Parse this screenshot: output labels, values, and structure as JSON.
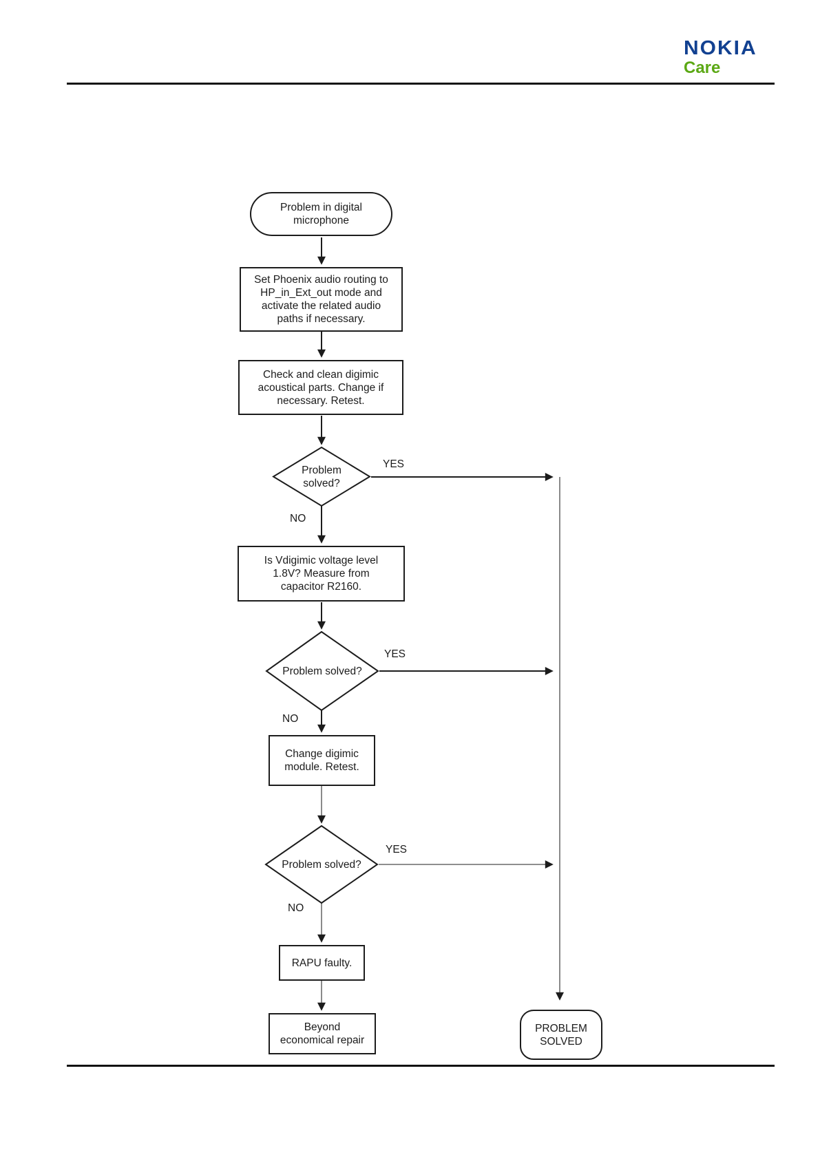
{
  "brand": {
    "name": "NOKIA",
    "care": "Care"
  },
  "colors": {
    "nokia_blue": "#124191",
    "care_green": "#5BA814",
    "line": "#1c1c1c",
    "thin": "#4a4a4a"
  },
  "flow": {
    "start": "Problem in digital\nmicrophone",
    "set_phoenix": "Set Phoenix audio routing to\nHP_in_Ext_out mode and\nactivate the related audio\npaths if necessary.",
    "check_clean": "Check and clean digimic\nacoustical parts. Change if\nnecessary. Retest.",
    "decision1": "Problem\nsolved?",
    "vdigimic": "Is Vdigimic voltage level\n1.8V? Measure from\ncapacitor R2160.",
    "decision2": "Problem solved?",
    "change_module": "Change digimic\nmodule. Retest.",
    "decision3": "Problem solved?",
    "rapu": "RAPU faulty.",
    "beyond": "Beyond\neconomical repair",
    "solved": "PROBLEM\nSOLVED"
  },
  "labels": {
    "yes1": "YES",
    "no1": "NO",
    "yes2": "YES",
    "no2": "NO",
    "yes3": "YES",
    "no3": "NO"
  }
}
